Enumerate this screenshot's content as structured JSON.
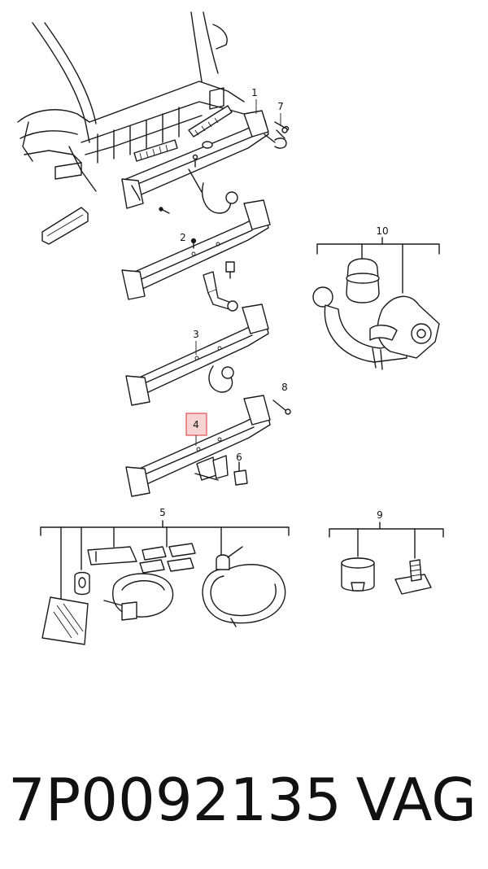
{
  "callouts": {
    "c1": "1",
    "c2": "2",
    "c3": "3",
    "c4": "4",
    "c5": "5",
    "c6": "6",
    "c7": "7",
    "c8": "8",
    "c9": "9",
    "c10": "10"
  },
  "highlight_color": "#e05050",
  "caption": {
    "part_number": "7P0092135",
    "brand": "VAG"
  }
}
